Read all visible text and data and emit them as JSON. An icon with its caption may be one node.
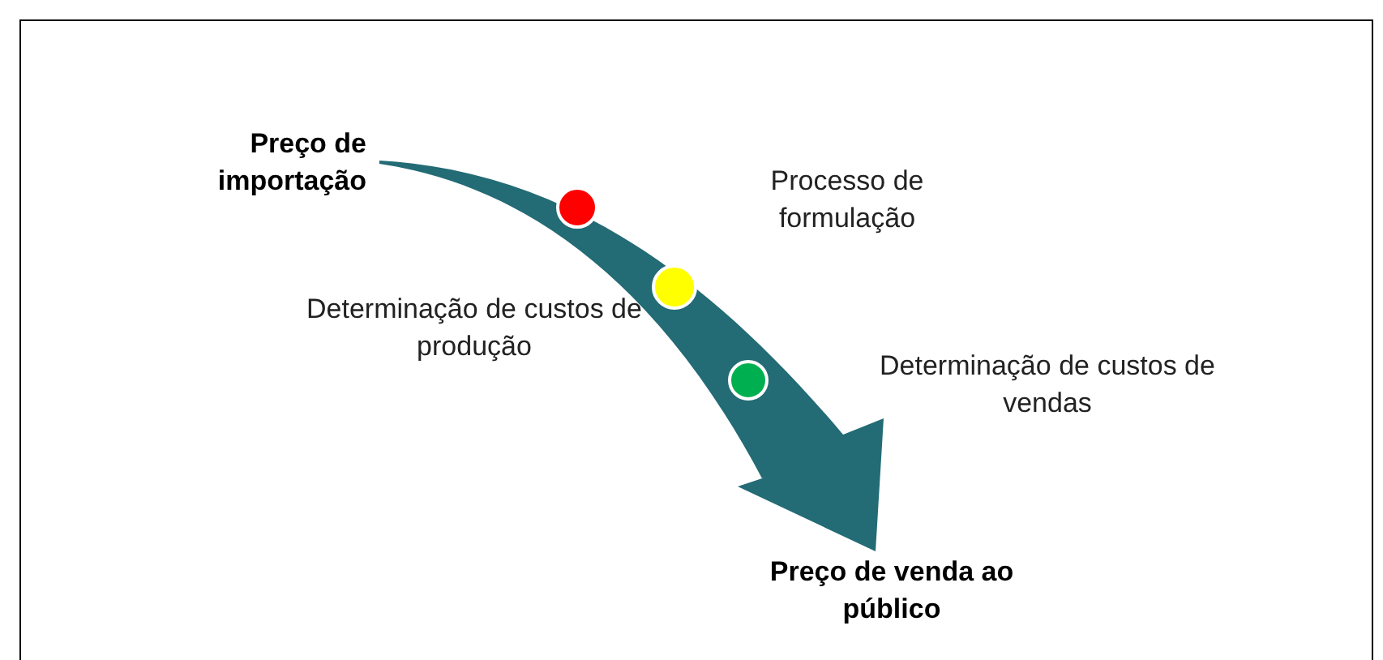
{
  "diagram": {
    "nodes": [
      {
        "text": [
          "Preço de importação"
        ]
      },
      {
        "text": [],
        "shape": "circle"
      },
      {
        "text": [],
        "shape": "circle"
      },
      {
        "text": [],
        "shape": "circle"
      },
      {
        "text": [
          "Preço de venda ao público"
        ]
      }
    ],
    "edges": [
      {
        "from": 0,
        "to": 4,
        "arrow": "to",
        "style": "thick"
      }
    ],
    "labels": [
      "Processo de formulação",
      "Determinação de custos de produção",
      "Determinação de custos de vendas"
    ]
  }
}
